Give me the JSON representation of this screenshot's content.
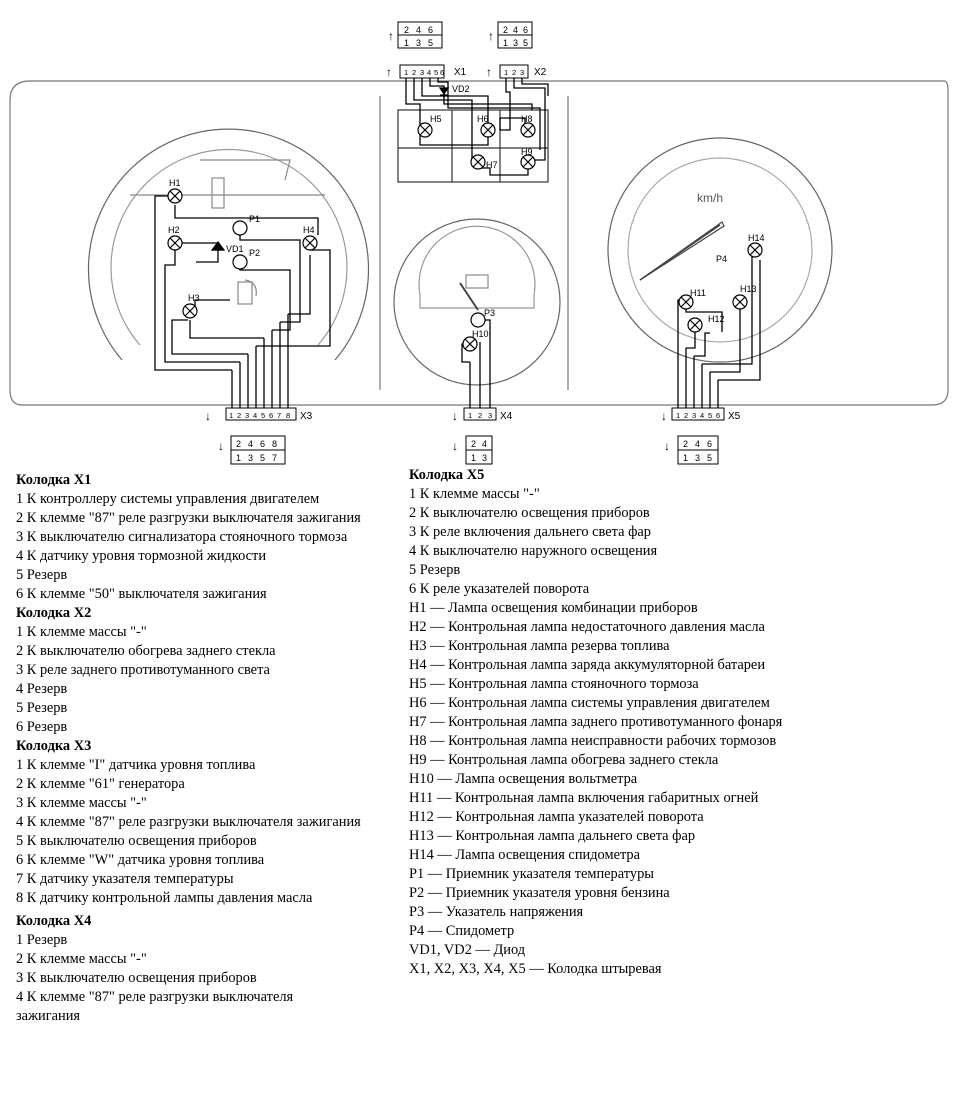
{
  "diagram": {
    "connectors": [
      "X1",
      "X2",
      "X3",
      "X4",
      "X5"
    ],
    "pin_grids": {
      "x1": [
        [
          "2",
          "4",
          "6"
        ],
        [
          "1",
          "3",
          "5"
        ]
      ],
      "x2": [
        [
          "2",
          "4",
          "6"
        ],
        [
          "1",
          "3",
          "5"
        ]
      ],
      "x3": [
        [
          "2",
          "4",
          "6",
          "8"
        ],
        [
          "1",
          "3",
          "5",
          "7"
        ]
      ],
      "x4": [
        [
          "2",
          "4"
        ],
        [
          "1",
          "3"
        ]
      ],
      "x5": [
        [
          "2",
          "4",
          "6"
        ],
        [
          "1",
          "3",
          "5"
        ]
      ]
    },
    "strip_pins": {
      "x1": [
        "1",
        "2",
        "3",
        "4",
        "5",
        "6"
      ],
      "x2": [
        "1",
        "2",
        "3"
      ],
      "x3": [
        "1",
        "2",
        "3",
        "4",
        "5",
        "6",
        "7",
        "8"
      ],
      "x4": [
        "1",
        "2",
        "3"
      ],
      "x5": [
        "1",
        "2",
        "3",
        "4",
        "5",
        "6"
      ]
    },
    "components": [
      "H1",
      "H2",
      "H3",
      "H4",
      "H5",
      "H6",
      "H7",
      "H8",
      "H9",
      "H10",
      "H11",
      "H12",
      "H13",
      "H14",
      "P1",
      "P2",
      "P3",
      "P4",
      "VD1",
      "VD2"
    ],
    "speed_unit": "km/h"
  },
  "x1": {
    "title": "Колодка X1",
    "items": [
      "1 К контроллеру системы управления двигателем",
      "2 К клемме \"87\" реле разгрузки выключателя зажигания",
      "3 К выключателю сигнализатора стояночного тормоза",
      "4 К датчику уровня тормозной жидкости",
      "5 Резерв",
      "6 К клемме \"50\" выключателя зажигания"
    ]
  },
  "x2": {
    "title": "Колодка X2",
    "items": [
      "1 К клемме массы \"-\"",
      "2 К выключателю обогрева заднего стекла",
      "3 К реле заднего противотуманного света",
      "4 Резерв",
      "5 Резерв",
      "6 Резерв"
    ]
  },
  "x3": {
    "title": "Колодка X3",
    "items": [
      "1 К клемме \"I\" датчика уровня топлива",
      "2 К клемме \"61\" генератора",
      "3 К клемме массы \"-\"",
      "4 К клемме \"87\" реле разгрузки выключателя зажигания",
      "5 К выключателю освещения приборов",
      "6 К клемме \"W\" датчика уровня топлива",
      "7 К датчику указателя температуры",
      "8 К датчику контрольной лампы давления масла"
    ]
  },
  "x4": {
    "title": "Колодка X4",
    "items": [
      "1 Резерв",
      "2 К клемме массы \"-\"",
      "3 К выключателю освещения приборов",
      "4 К клемме \"87\" реле разгрузки выключателя",
      "зажигания"
    ]
  },
  "x5": {
    "title": "Колодка X5",
    "items": [
      "1 К клемме массы \"-\"",
      "2 К выключателю освещения приборов",
      "3 К реле включения дальнего света фар",
      "4 К выключателю наружного освещения",
      "5 Резерв",
      "6 К реле указателей поворота"
    ]
  },
  "legend": [
    "H1 — Лампа освещения комбинации приборов",
    "H2 — Контрольная лампа недостаточного давления масла",
    "H3 — Контрольная лампа резерва топлива",
    "H4 — Контрольная лампа заряда аккумуляторной батареи",
    "H5 — Контрольная лампа стояночного тормоза",
    "H6 — Контрольная лампа системы управления двигателем",
    "H7 — Контрольная лампа заднего противотуманного фонаря",
    "H8 — Контрольная лампа неисправности рабочих тормозов",
    "H9 — Контрольная лампа обогрева заднего стекла",
    "H10 — Лампа освещения вольтметра",
    "H11 — Контрольная лампа включения габаритных огней",
    "H12 — Контрольная лампа указателей поворота",
    "H13 — Контрольная лампа дальнего света фар",
    "H14 — Лампа освещения спидометра",
    "P1 — Приемник указателя температуры",
    "P2 — Приемник указателя уровня бензина",
    "P3 — Указатель напряжения",
    "P4 — Спидометр",
    "VD1, VD2 — Диод",
    "X1, X2, X3, X4, X5 — Колодка штыревая"
  ]
}
